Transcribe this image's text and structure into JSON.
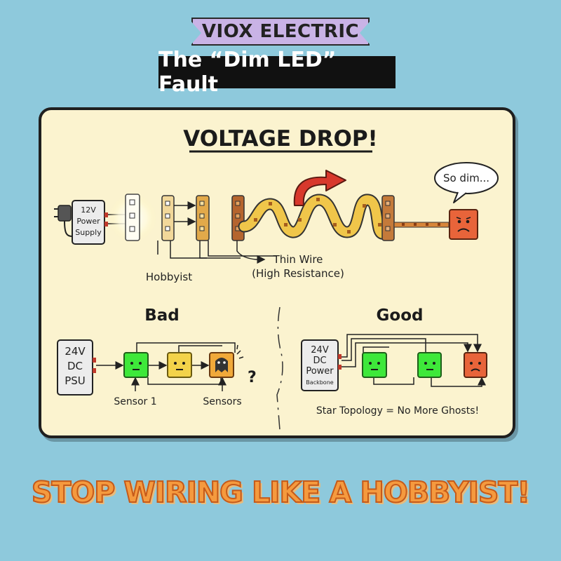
{
  "brand": "VIOX ELECTRIC",
  "subtitle": "The “Dim LED” Fault",
  "panel": {
    "heading": "VOLTAGE DROP!",
    "top": {
      "psu_lines": [
        "12V",
        "Power",
        "Supply"
      ],
      "speech": "So dim...",
      "hobbyist_label": "Hobbyist",
      "thin_wire_lines": [
        "Thin Wire",
        "(High Resistance)"
      ]
    },
    "bad": {
      "title": "Bad",
      "psu_lines": [
        "24V",
        "DC",
        "PSU"
      ],
      "sensor1_label": "Sensor 1",
      "sensors_label": "Sensors",
      "question": "?"
    },
    "good": {
      "title": "Good",
      "psu_lines": [
        "24V",
        "DC",
        "Power"
      ],
      "psu_sub": "Backbone",
      "caption": "Star Topology = No More Ghosts!"
    }
  },
  "banner": "STOP WIRING LIKE A HOBBYIST!",
  "colors": {
    "background": "#8ec9dc",
    "panel": "#fbf3cf",
    "brand": "#c9b3e6",
    "green": "#3ee83a",
    "yellow": "#f3d34a",
    "orange": "#f0a93a",
    "red": "#e8643a",
    "banner": "#f59a3e"
  }
}
